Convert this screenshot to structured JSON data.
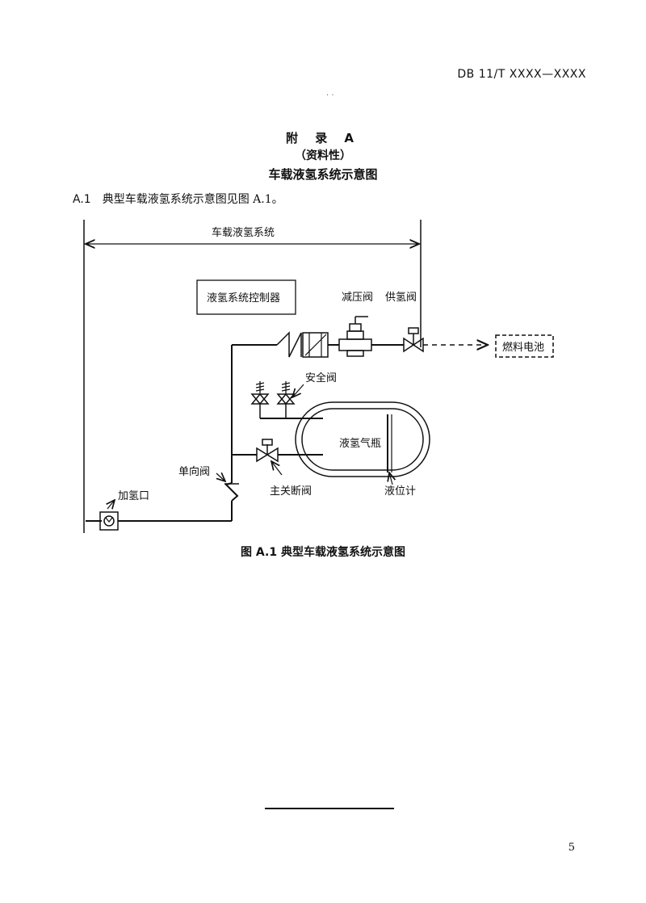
{
  "header": {
    "standard_code": "DB 11/T  XXXX—XXXX",
    "dots": ".  ."
  },
  "appendix": {
    "title": "附 录 A",
    "type": "（资料性）",
    "name": "车载液氢系统示意图"
  },
  "clause": {
    "number": "A.1",
    "text": "典型车载液氢系统示意图见图 A.1。"
  },
  "diagram": {
    "system_label": "车载液氢系统",
    "controller_label": "液氢系统控制器",
    "pressure_reducing_valve": "减压阀",
    "supply_valve": "供氢阀",
    "fuel_cell": "燃料电池",
    "safety_valve": "安全阀",
    "tank": "液氢气瓶",
    "check_valve": "单向阀",
    "main_shutoff_valve": "主关断阀",
    "refuel_port": "加氢口",
    "level_gauge": "液位计"
  },
  "figure_caption": "图 A.1  典型车载液氢系统示意图",
  "page_number": "5"
}
